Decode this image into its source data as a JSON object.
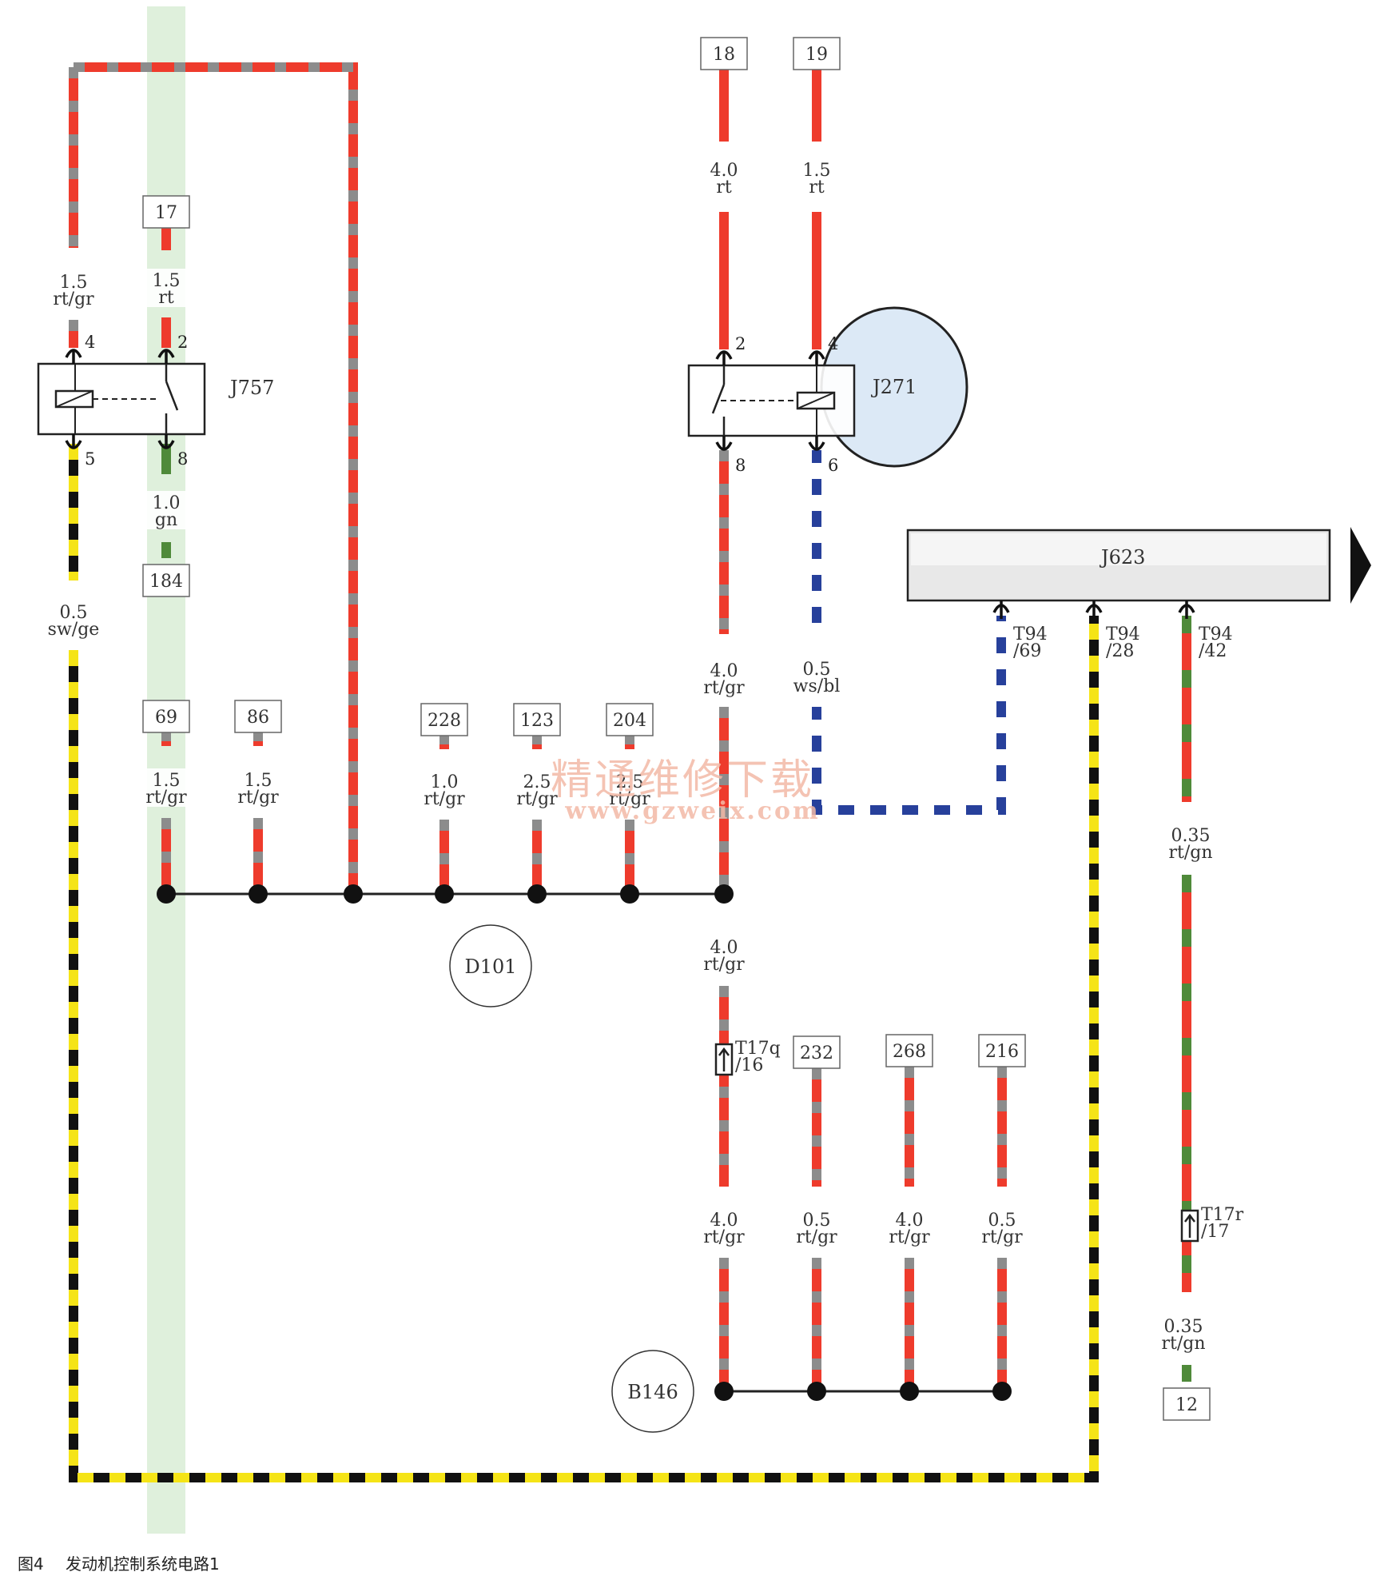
{
  "colors": {
    "rt": "#ee3b2c",
    "gr": "#8c8c8c",
    "gn": "#4f8a3a",
    "sw": "#111111",
    "ge": "#f5e417",
    "bl": "#27409b",
    "ws": "#ffffff",
    "highlight_band": "#dff0dc",
    "highlight_oval": "#dce9f6"
  },
  "terminals": [
    "18",
    "19",
    "17",
    "184",
    "69",
    "86",
    "228",
    "123",
    "204",
    "232",
    "268",
    "216",
    "12"
  ],
  "components": {
    "J757": "J757",
    "J271": "J271",
    "J623": "J623",
    "D101": "D101",
    "B146": "B146"
  },
  "pins": {
    "j757_4": "4",
    "j757_2": "2",
    "j757_5": "5",
    "j757_8": "8",
    "j271_2": "2",
    "j271_4": "4",
    "j271_8": "8",
    "j271_6": "6"
  },
  "connectors": {
    "t94_69": [
      "T94",
      "/69"
    ],
    "t94_28": [
      "T94",
      "/28"
    ],
    "t94_42": [
      "T94",
      "/42"
    ],
    "t17q_16": [
      "T17q",
      "/16"
    ],
    "t17r_17": [
      "T17r",
      "/17"
    ]
  },
  "wire_labels": {
    "w_left_top": [
      "1.5",
      "rt/gr"
    ],
    "w_17": [
      "1.5",
      "rt"
    ],
    "w_18": [
      "4.0",
      "rt"
    ],
    "w_19": [
      "1.5",
      "rt"
    ],
    "w_j757_8": [
      "1.0",
      "gn"
    ],
    "w_swge": [
      "0.5",
      "sw/ge"
    ],
    "w_j271_8": [
      "4.0",
      "rt/gr"
    ],
    "w_j271_6": [
      "0.5",
      "ws/bl"
    ],
    "w_69": [
      "1.5",
      "rt/gr"
    ],
    "w_86": [
      "1.5",
      "rt/gr"
    ],
    "w_228": [
      "1.0",
      "rt/gr"
    ],
    "w_123": [
      "2.5",
      "rt/gr"
    ],
    "w_204": [
      "2.5",
      "rt/gr"
    ],
    "w_t94_42": [
      "0.35",
      "rt/gn"
    ],
    "w_d101_down": [
      "4.0",
      "rt/gr"
    ],
    "w_b146_1": [
      "4.0",
      "rt/gr"
    ],
    "w_b146_2": [
      "0.5",
      "rt/gr"
    ],
    "w_b146_3": [
      "4.0",
      "rt/gr"
    ],
    "w_b146_4": [
      "0.5",
      "rt/gr"
    ],
    "w_t17r": [
      "0.35",
      "rt/gn"
    ]
  },
  "watermark": {
    "cn": "精通维修下载",
    "url": "www.gzweix.com"
  },
  "caption": {
    "figure": "图4",
    "title": "发动机控制系统电路1"
  }
}
